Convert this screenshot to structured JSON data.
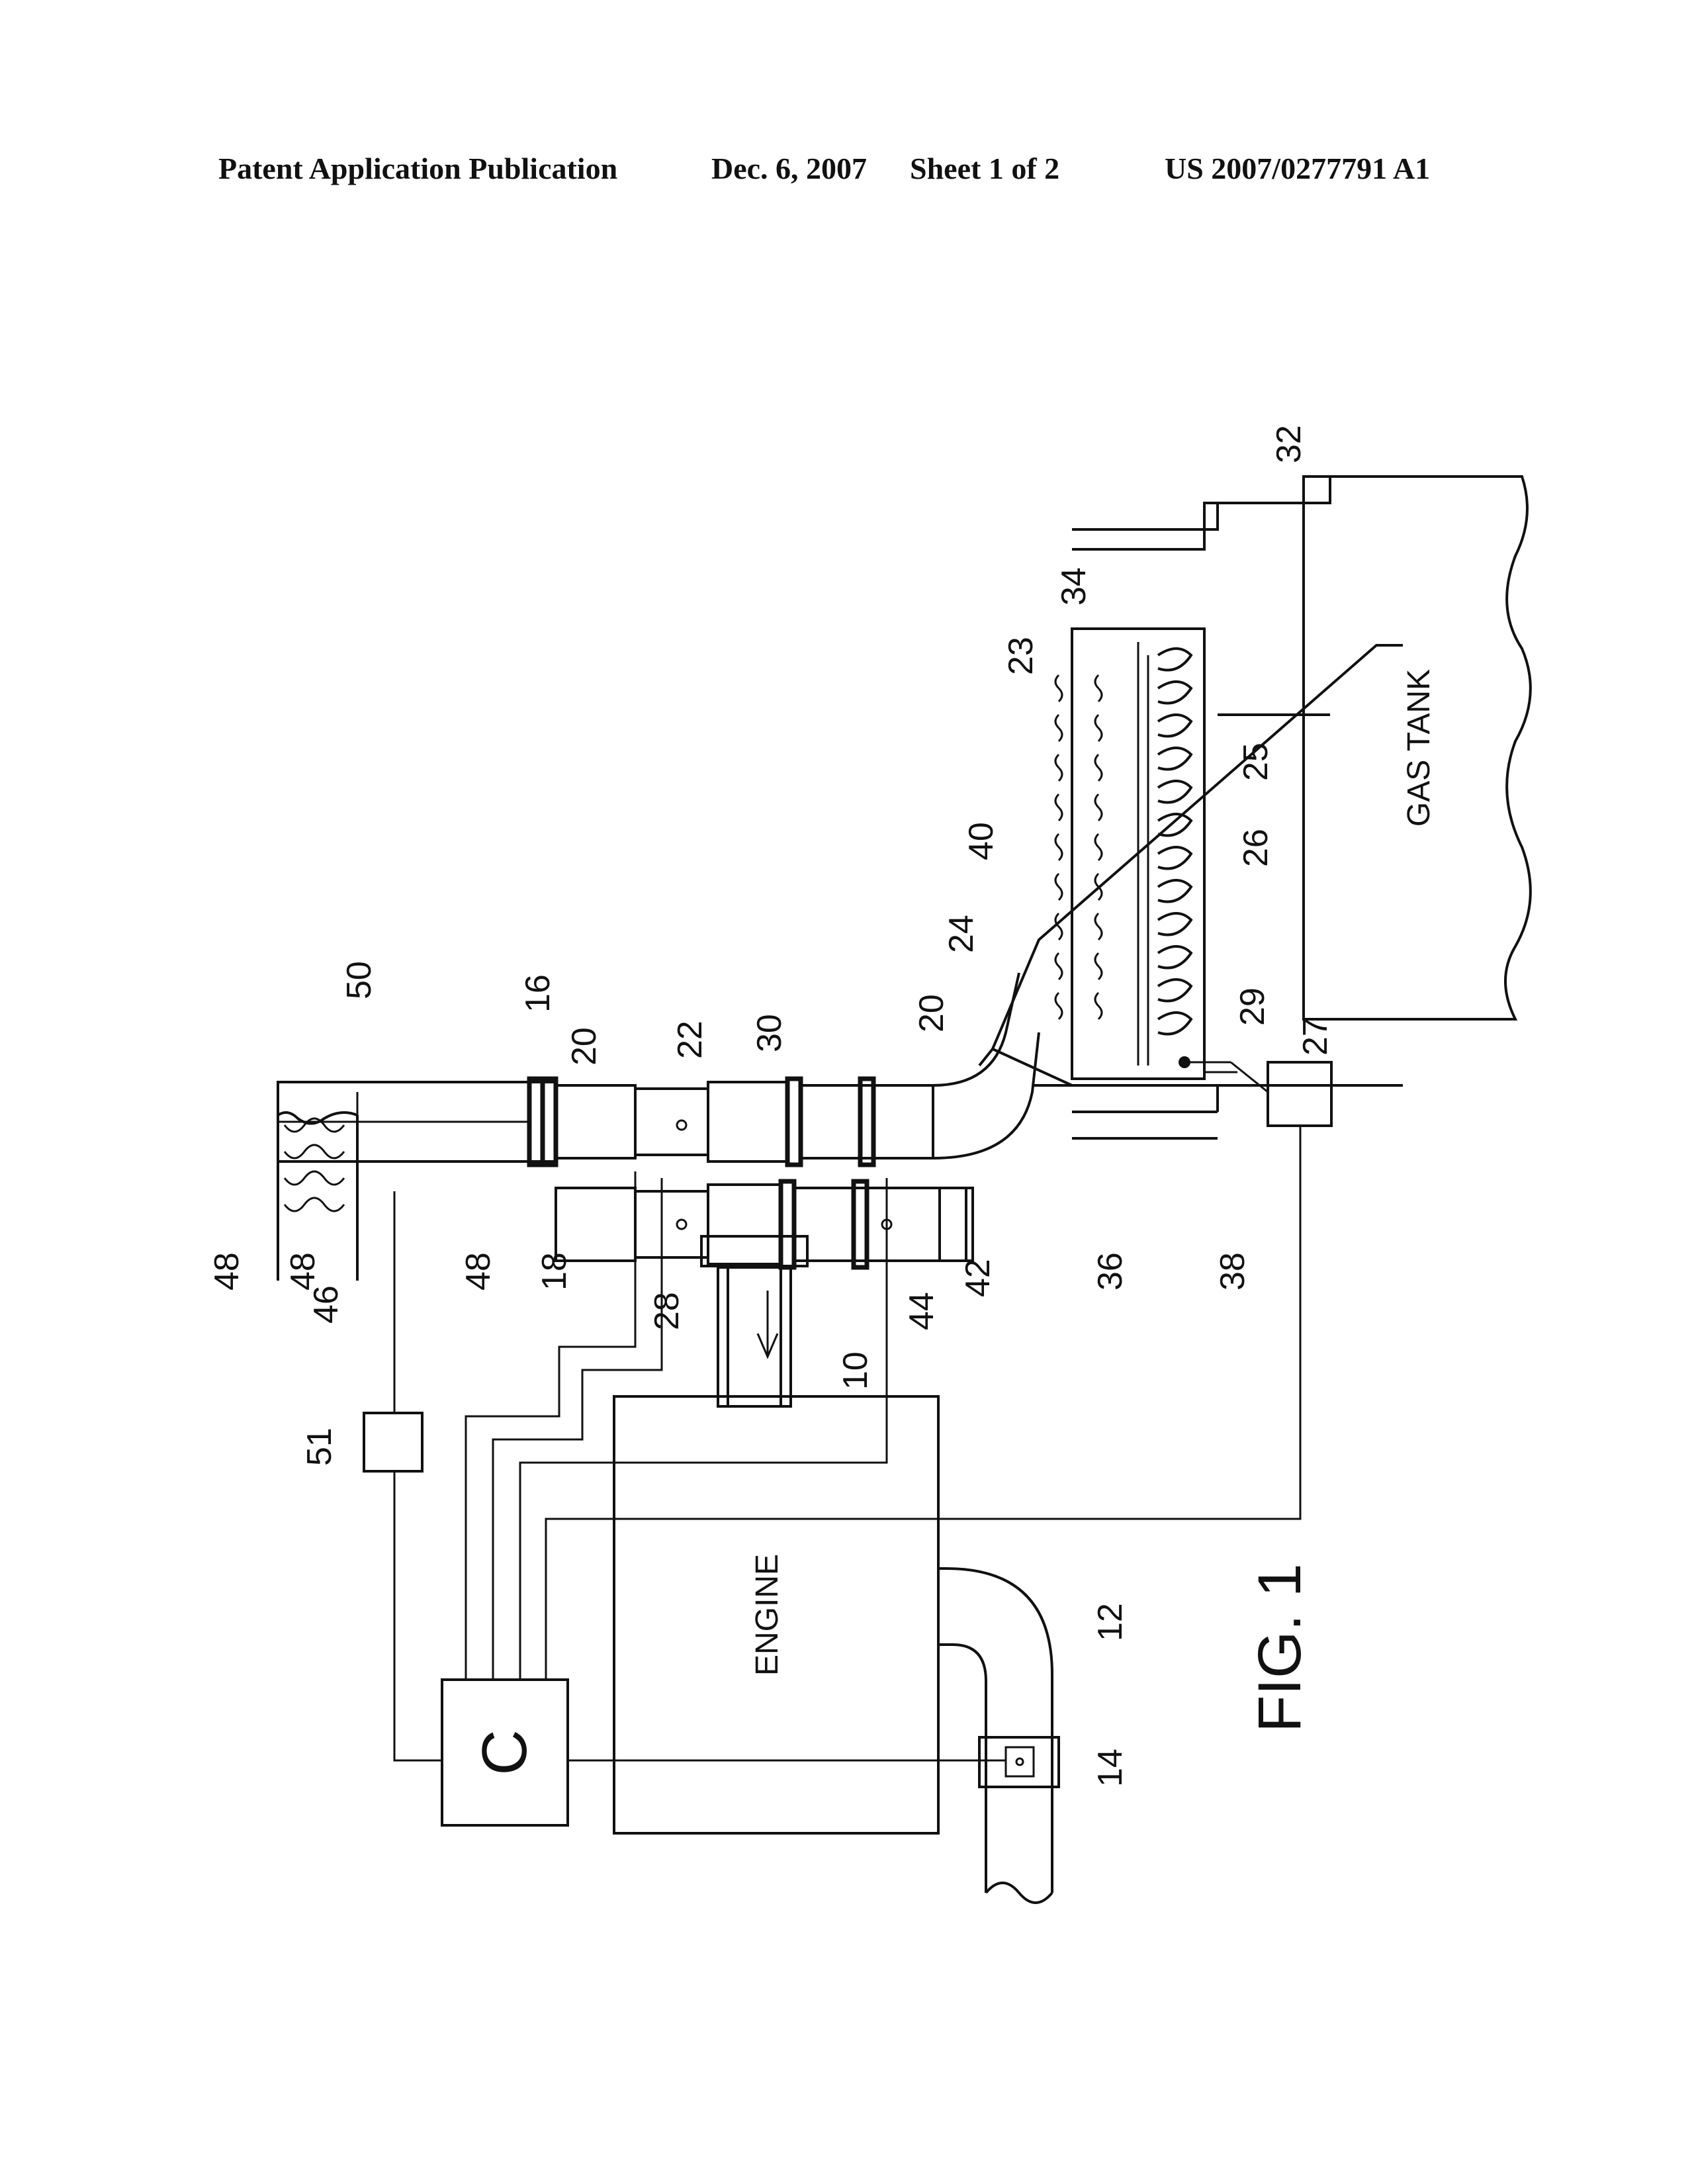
{
  "header": {
    "publication": "Patent Application Publication",
    "date": "Dec. 6, 2007",
    "sheet": "Sheet 1 of 2",
    "number": "US 2007/0277791 A1"
  },
  "figure": {
    "caption": "FIG. 1",
    "engine_label": "ENGINE",
    "controller_label": "C",
    "gas_tank_label": "GAS TANK",
    "reference_numerals": [
      "10",
      "12",
      "14",
      "16",
      "18",
      "20",
      "20",
      "22",
      "23",
      "24",
      "25",
      "26",
      "27",
      "28",
      "29",
      "30",
      "32",
      "34",
      "36",
      "38",
      "40",
      "42",
      "44",
      "46",
      "48",
      "48",
      "48",
      "50",
      "51"
    ]
  }
}
